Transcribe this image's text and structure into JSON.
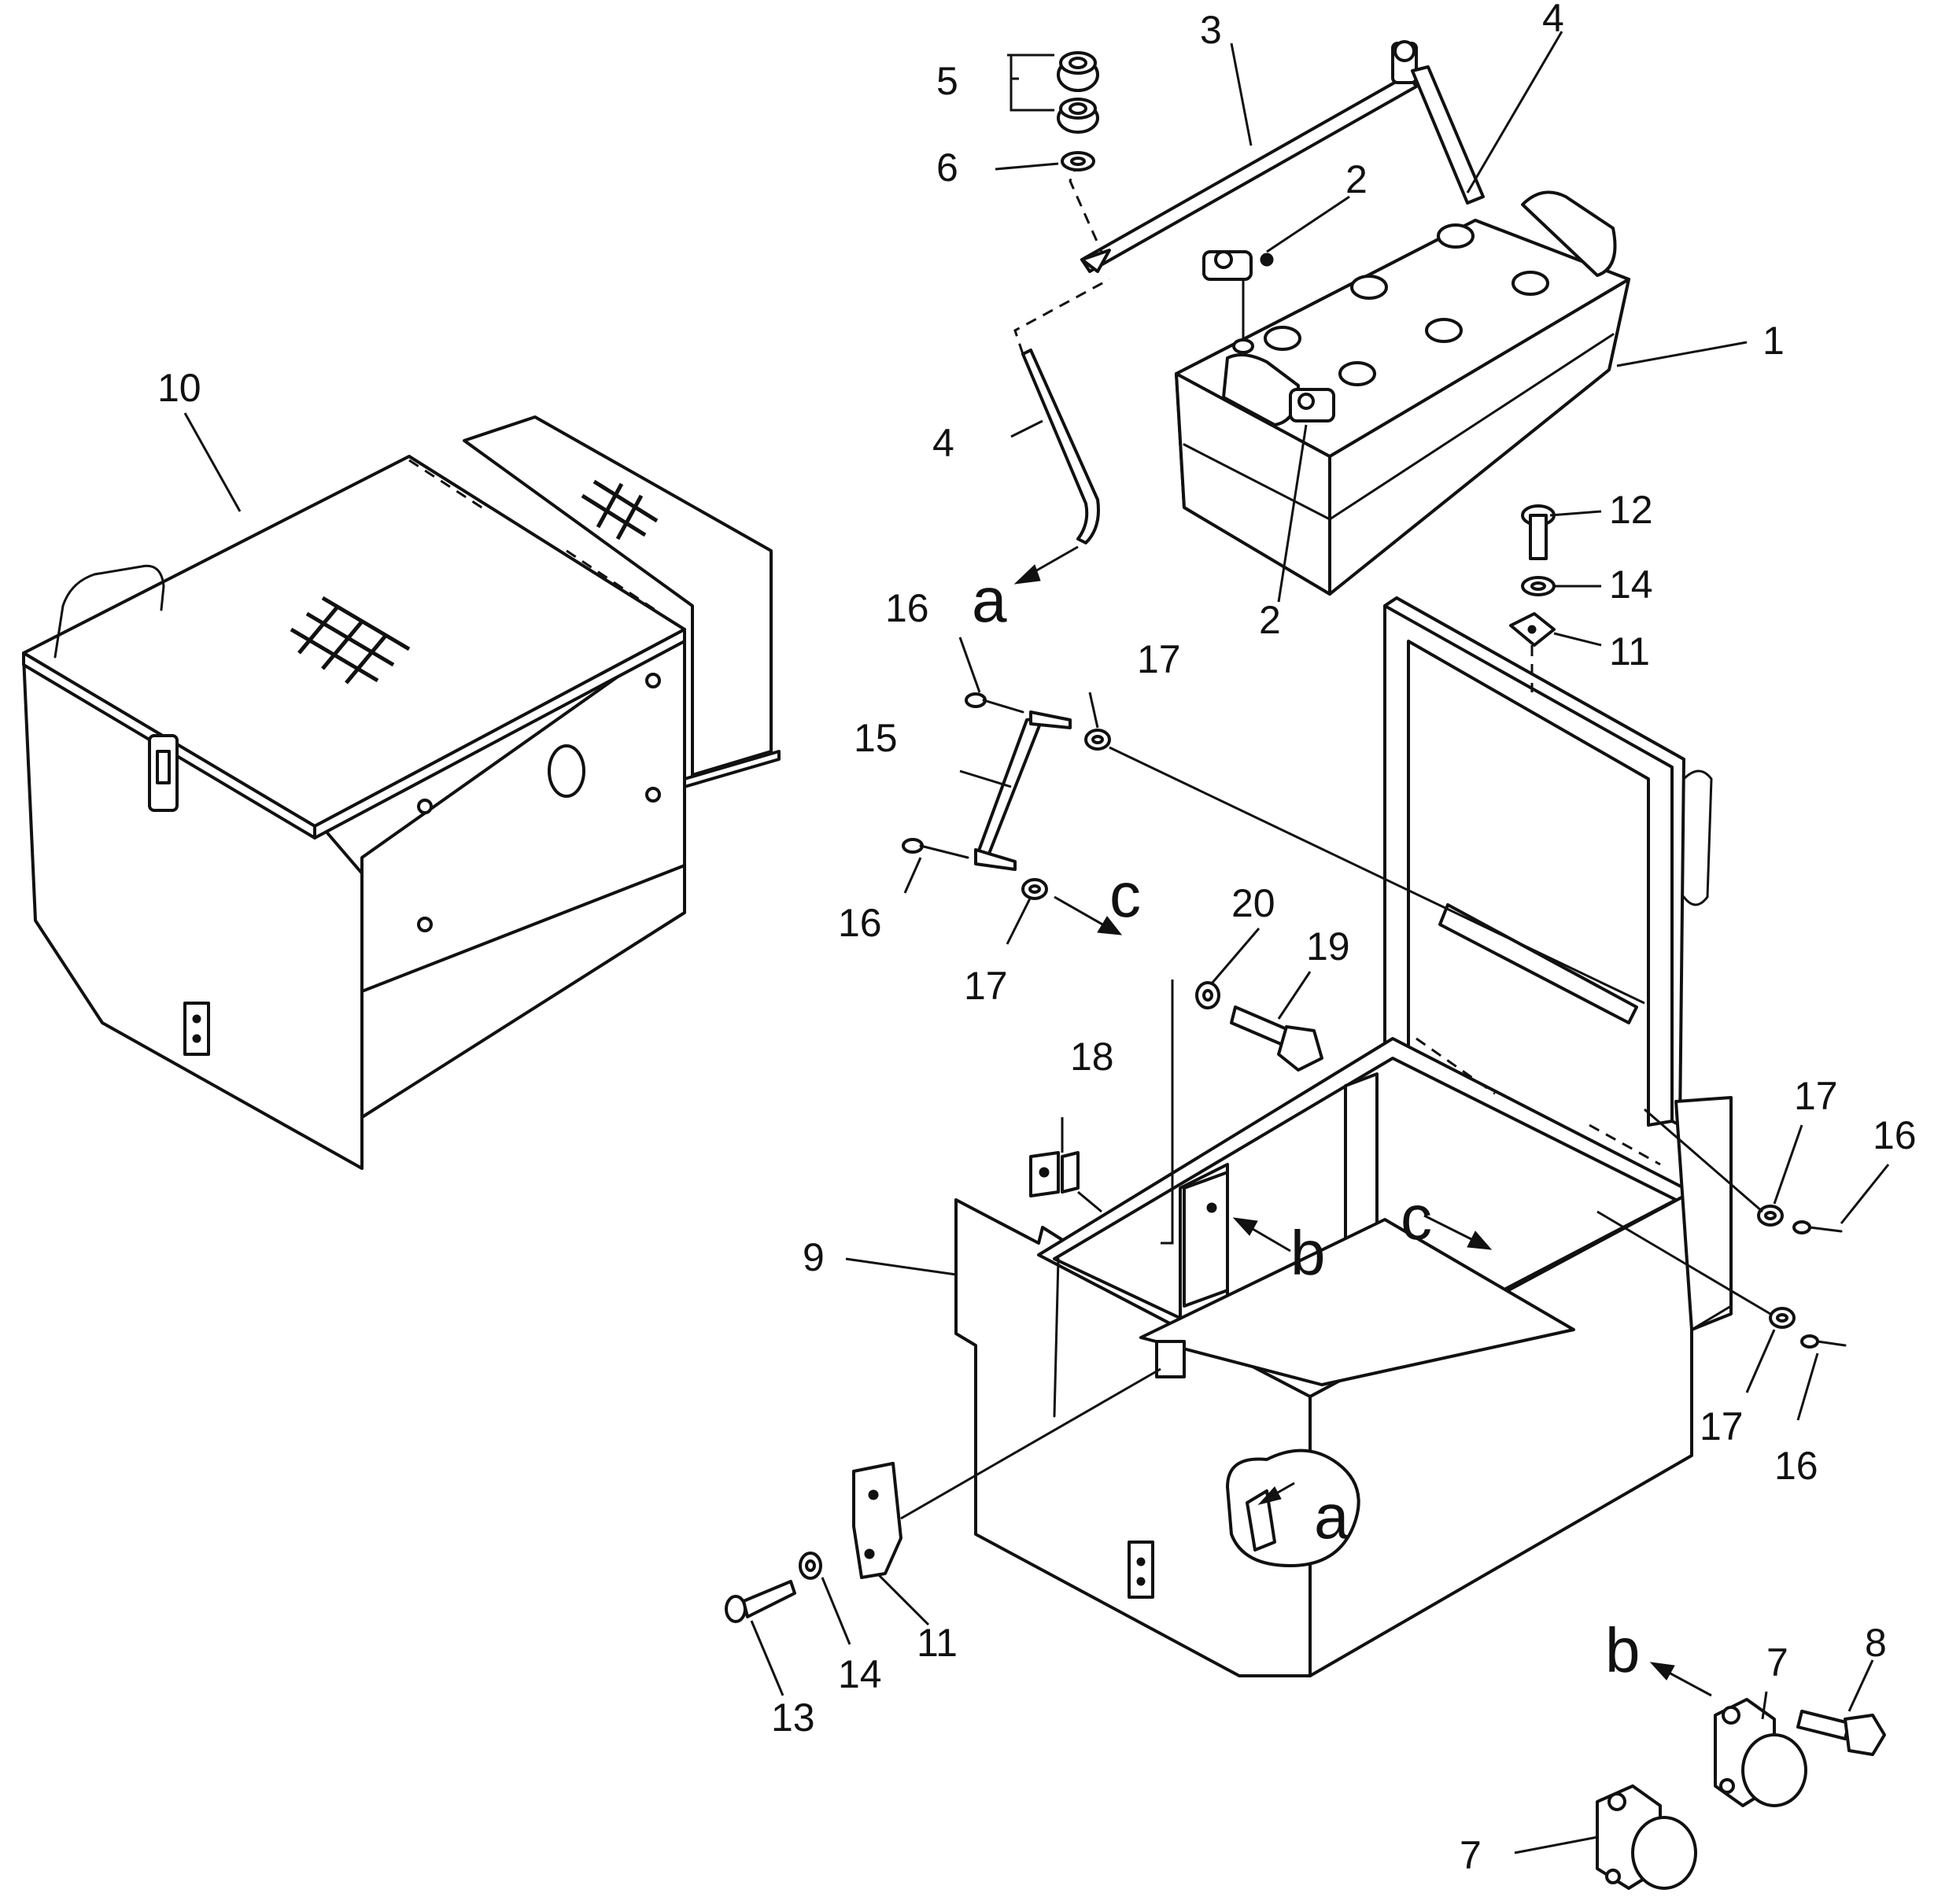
{
  "diagram": {
    "part_numbers": [
      "1",
      "2",
      "3",
      "4",
      "5",
      "6",
      "7",
      "8",
      "9",
      "10",
      "11",
      "12",
      "13",
      "14",
      "15",
      "16",
      "17",
      "18",
      "19",
      "20"
    ],
    "view_letters": [
      "a",
      "b",
      "c"
    ]
  }
}
